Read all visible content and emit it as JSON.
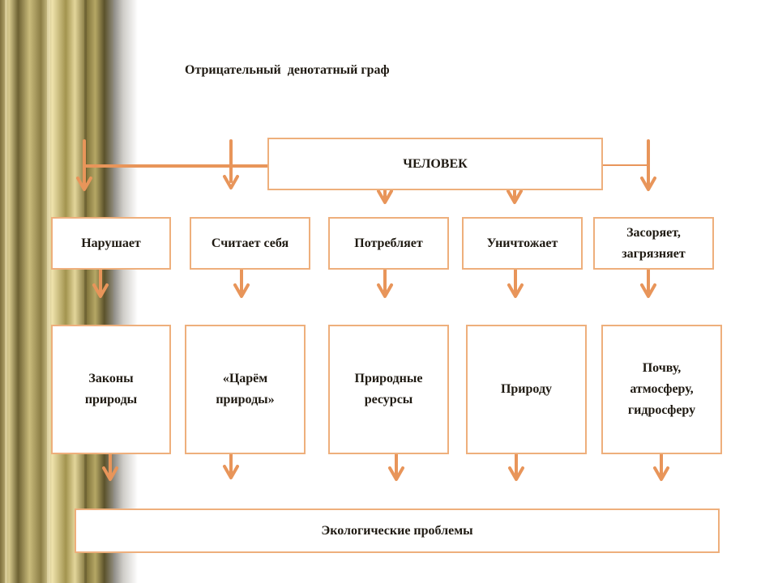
{
  "diagram": {
    "title": "Отрицательный  денотатный граф",
    "root": "ЧЕЛОВЕК",
    "actions": [
      "Нарушает",
      "Считает себя",
      "Потребляет",
      "Уничтожает",
      "Засоряет,\nзагрязняет"
    ],
    "objects": [
      "Законы\nприроды",
      "«Царём\nприроды»",
      "Природные\nресурсы",
      "Природу",
      "Почву,\nатмосферу,\nгидросферу"
    ],
    "result": "Экологические проблемы"
  },
  "colors": {
    "box_border": "#eeaf7c",
    "arrow": "#e8955a",
    "text": "#1f1a12"
  }
}
